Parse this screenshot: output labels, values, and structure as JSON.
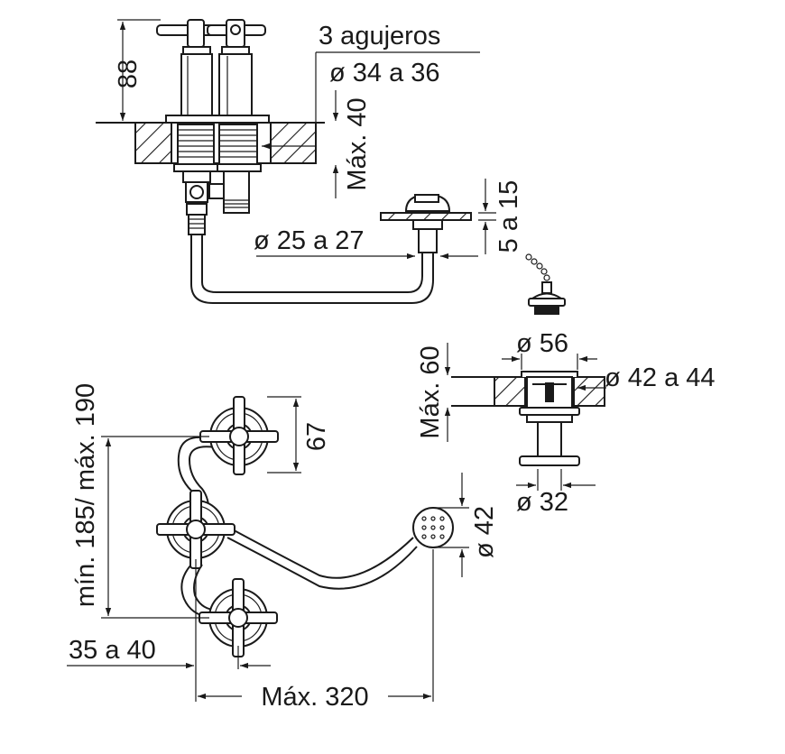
{
  "labels": {
    "holes": "3 agujeros",
    "hole_diameter": "ø 34 a 36",
    "handle_height": "88",
    "max_thickness_top": "Máx. 40",
    "outlet_diameter": "ø 25 a 27",
    "flange_gap": "5 a 15",
    "drain_top_diameter": "ø 56",
    "drain_max_thickness": "Máx. 60",
    "drain_hole_diameter": "ø 42 a 44",
    "drain_bottom_diameter": "ø 32",
    "spacing": "mín. 185/ máx. 190",
    "handle_width": "67",
    "outlet_head_diameter": "ø 42",
    "offset": "35 a 40",
    "max_length": "Máx. 320"
  },
  "colors": {
    "line": "#1a1a1a",
    "background": "#ffffff"
  }
}
